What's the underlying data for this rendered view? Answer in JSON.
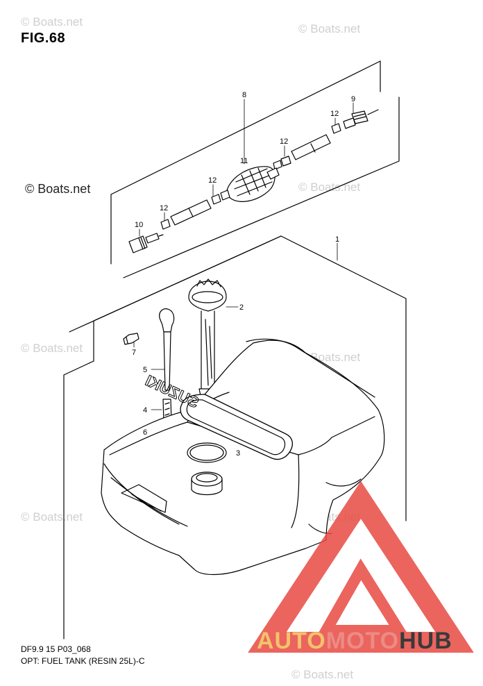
{
  "figure": {
    "title": "FIG.68"
  },
  "watermark": {
    "text": "© Boats.net",
    "prominent": "© Boats.net"
  },
  "parts": {
    "p1": "1",
    "p2": "2",
    "p3": "3",
    "p4": "4",
    "p5": "5",
    "p6": "6",
    "p7": "7",
    "p8": "8",
    "p9": "9",
    "p10": "10",
    "p11": "11",
    "p12": "12"
  },
  "tank_brand": "SUZUKI",
  "footer": {
    "line1": "DF9.9 15 P03_068",
    "line2": "OPT: FUEL TANK (RESIN 25L)-C"
  },
  "logo": {
    "part1": "AUTO",
    "part2": "MOTO",
    "part3": "HUB"
  },
  "colors": {
    "logo_red": "#e84a43",
    "logo_yellow": "#f2c36b",
    "logo_dark": "#3a3a3a",
    "watermark": "#cfcfcf"
  }
}
